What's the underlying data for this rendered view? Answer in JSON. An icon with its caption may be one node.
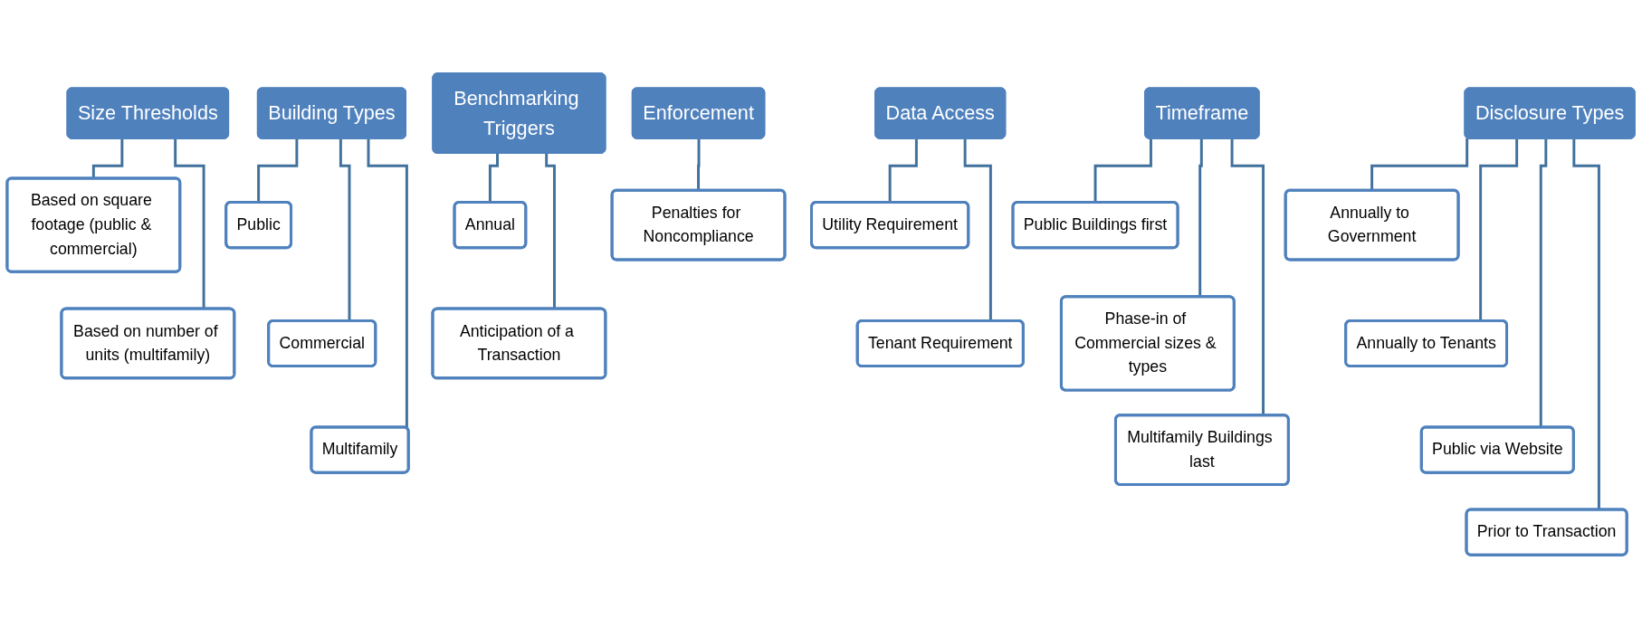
{
  "diagram": {
    "nodes": [
      {
        "text": [
          "Building Types"
        ]
      },
      {
        "text": [
          "Public"
        ]
      },
      {
        "text": [
          "Commercial"
        ]
      },
      {
        "text": [
          "Multifamily"
        ]
      },
      {
        "text": [
          "Size Thresholds"
        ]
      },
      {
        "text": [
          "Based on square footage (public & commercial)"
        ]
      },
      {
        "text": [
          "Based on number of units (multifamily)"
        ]
      },
      {
        "text": [
          "Timeframe"
        ]
      },
      {
        "text": [
          "Public Buildings first"
        ]
      },
      {
        "text": [
          "Phase-in of Commercial sizes & types"
        ]
      },
      {
        "text": [
          "Multifamily Buildings last"
        ]
      },
      {
        "text": [
          "Benchmarking Triggers"
        ]
      },
      {
        "text": [
          "Annual"
        ]
      },
      {
        "text": [
          "Anticipation of a Transaction"
        ]
      },
      {
        "text": [
          "Disclosure Types"
        ]
      },
      {
        "text": [
          "Annually to Government"
        ]
      },
      {
        "text": [
          "Annually to Tenants"
        ]
      },
      {
        "text": [
          "Public via Website"
        ]
      },
      {
        "text": [
          "Prior to Transaction"
        ]
      },
      {
        "text": [
          "Data Access"
        ]
      },
      {
        "text": [
          "Utility Requirement"
        ]
      },
      {
        "text": [
          "Tenant Requirement"
        ]
      },
      {
        "text": [
          "Enforcement"
        ]
      },
      {
        "text": [
          "Penalties for Noncompliance"
        ]
      }
    ],
    "edges": [
      {
        "from": 0,
        "to": 1,
        "arrow": "none"
      },
      {
        "from": 0,
        "to": 2,
        "arrow": "none"
      },
      {
        "from": 0,
        "to": 3,
        "arrow": "none"
      },
      {
        "from": 4,
        "to": 5,
        "arrow": "none"
      },
      {
        "from": 4,
        "to": 6,
        "arrow": "none"
      },
      {
        "from": 7,
        "to": 8,
        "arrow": "none"
      },
      {
        "from": 7,
        "to": 9,
        "arrow": "none"
      },
      {
        "from": 7,
        "to": 10,
        "arrow": "none"
      },
      {
        "from": 11,
        "to": 12,
        "arrow": "none"
      },
      {
        "from": 11,
        "to": 13,
        "arrow": "none"
      },
      {
        "from": 14,
        "to": 15,
        "arrow": "none"
      },
      {
        "from": 14,
        "to": 16,
        "arrow": "none"
      },
      {
        "from": 14,
        "to": 17,
        "arrow": "none"
      },
      {
        "from": 14,
        "to": 18,
        "arrow": "none"
      },
      {
        "from": 19,
        "to": 20,
        "arrow": "none"
      },
      {
        "from": 19,
        "to": 21,
        "arrow": "none"
      },
      {
        "from": 22,
        "to": 23,
        "arrow": "none"
      }
    ]
  }
}
